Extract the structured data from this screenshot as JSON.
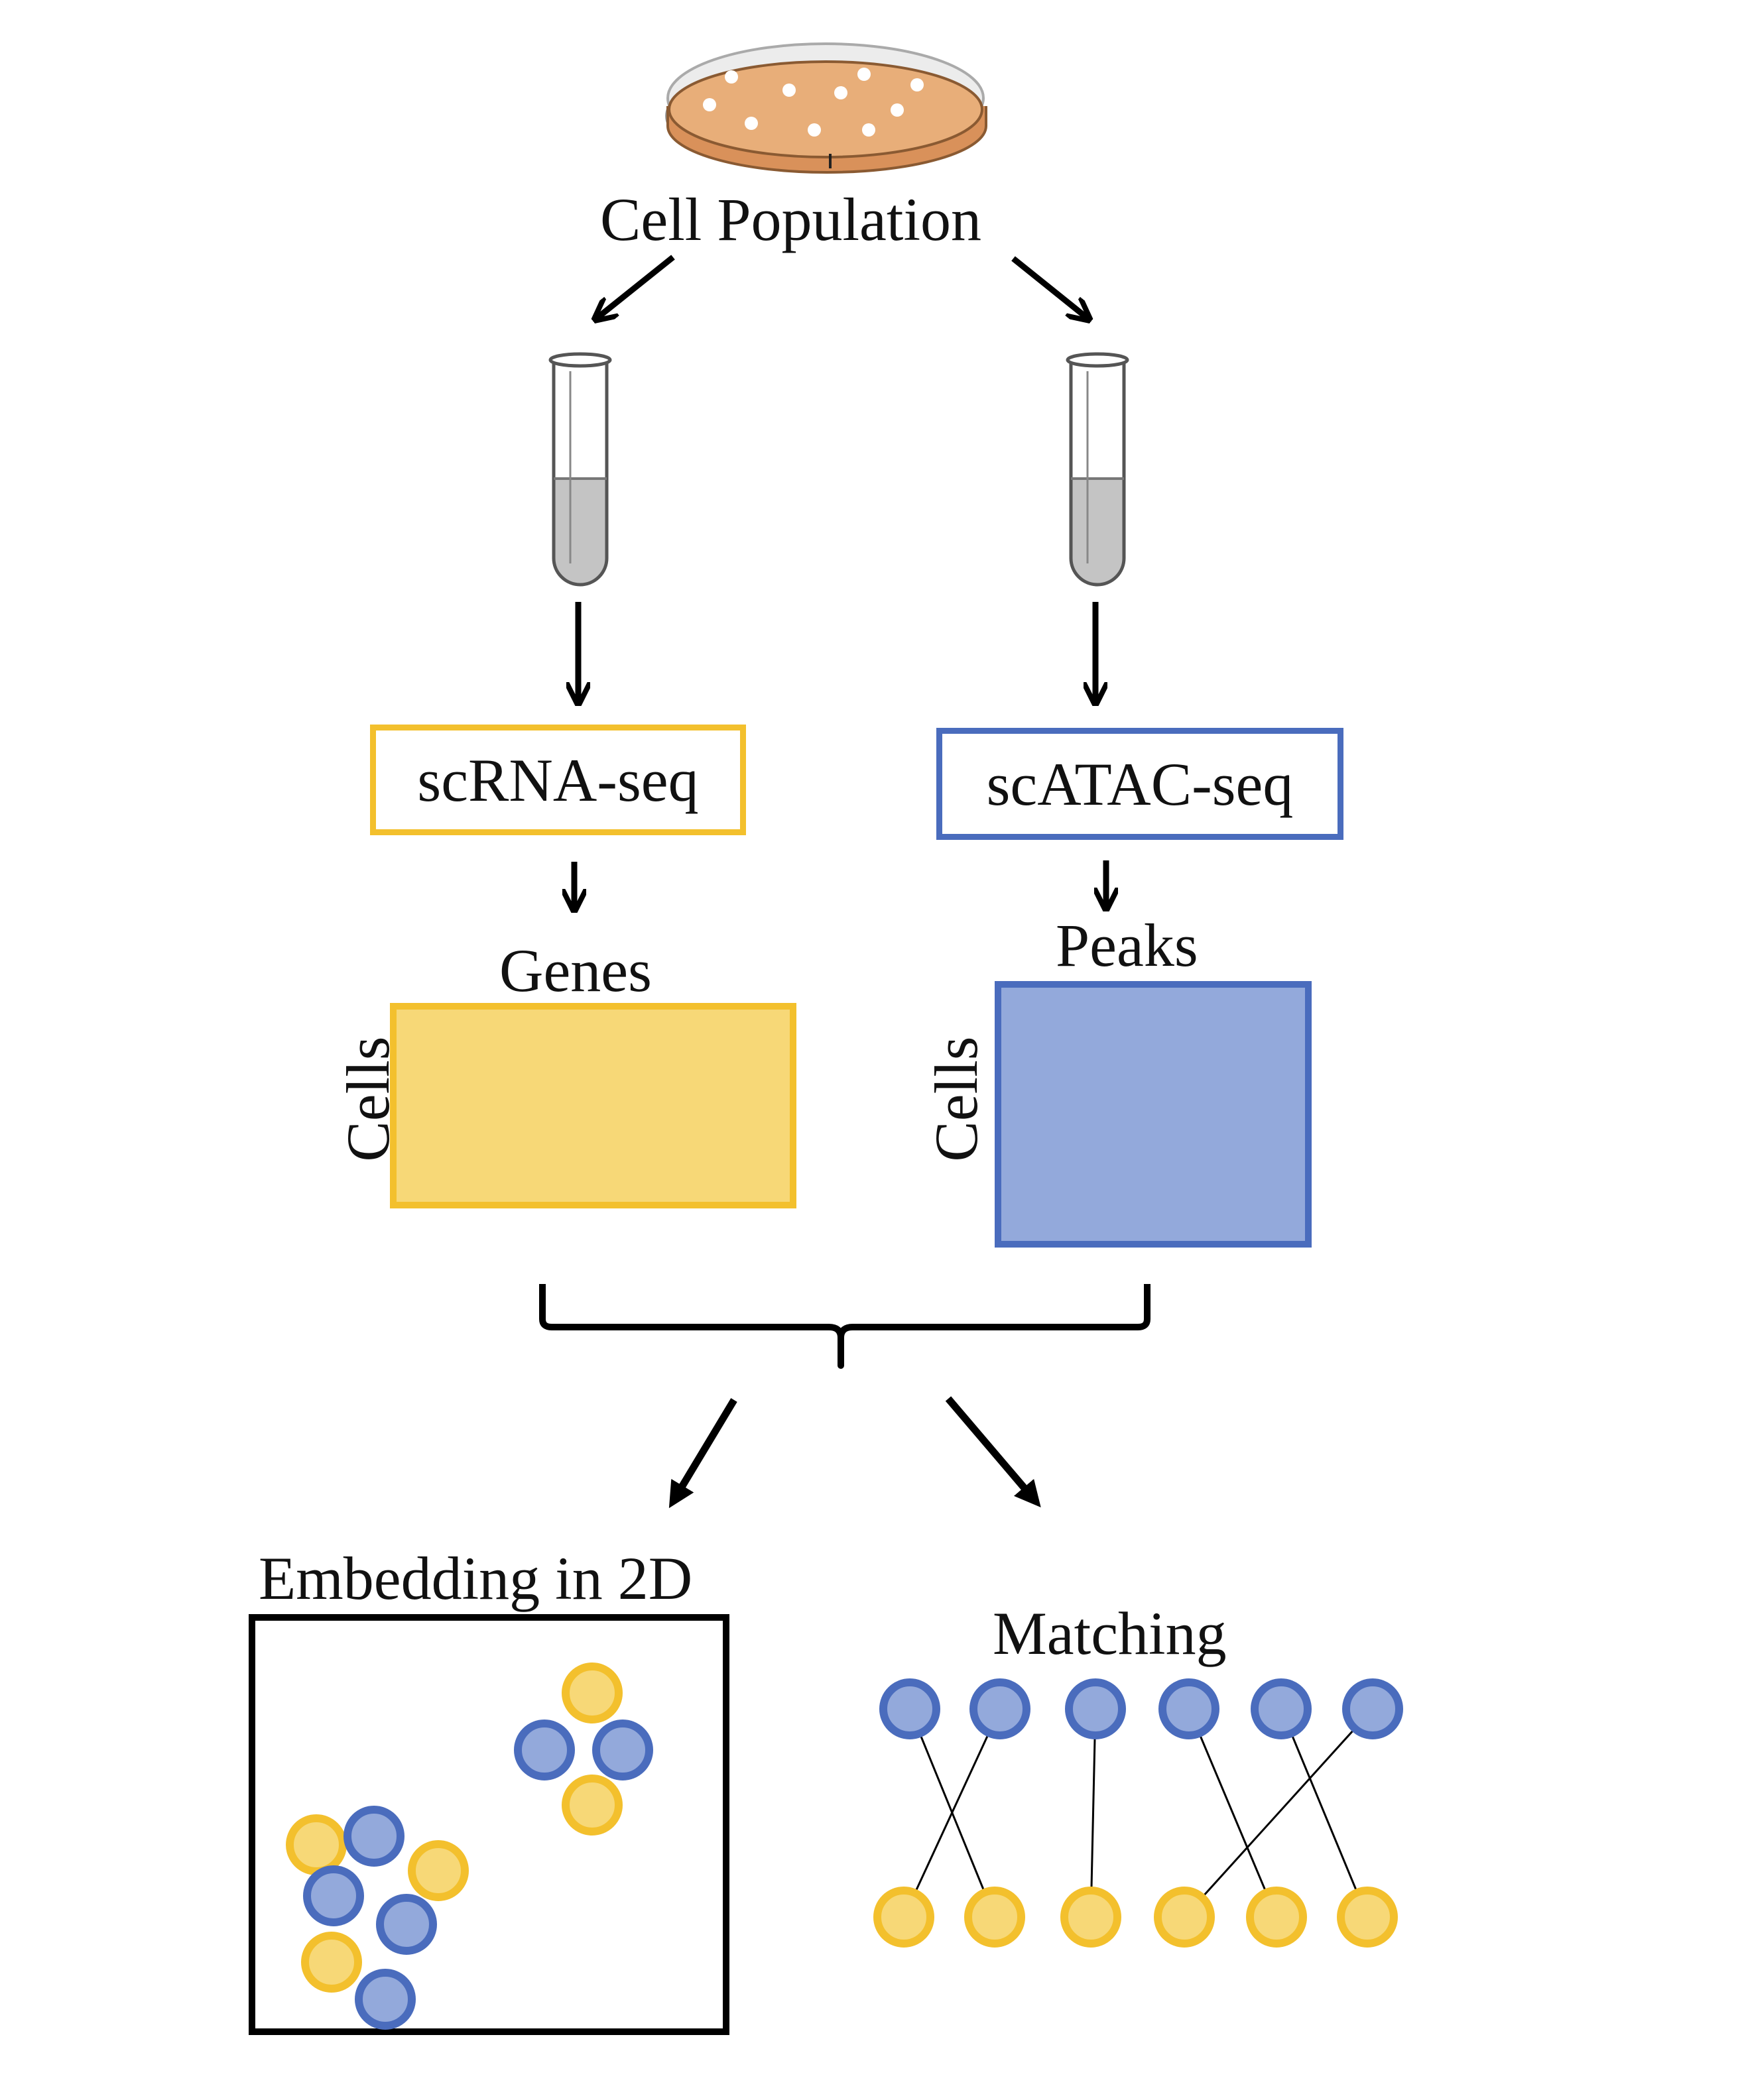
{
  "title": "Cell Population",
  "colors": {
    "yellow_fill": "#f7d877",
    "yellow_stroke": "#f3c02d",
    "blue_fill": "#93a9db",
    "blue_stroke": "#4a6cbd",
    "dish_fill": "#e8ae79",
    "tube_liquid": "#c4c4c4",
    "line": "#000000"
  },
  "branches": {
    "rna": {
      "assay": "scRNA-seq",
      "features": "Genes",
      "rows": "Cells"
    },
    "atac": {
      "assay": "scATAC-seq",
      "features": "Peaks",
      "rows": "Cells"
    }
  },
  "outputs": {
    "embedding": {
      "label": "Embedding in 2D"
    },
    "matching": {
      "label": "Matching",
      "pairs": [
        [
          0,
          1
        ],
        [
          1,
          0
        ],
        [
          2,
          2
        ],
        [
          3,
          4
        ],
        [
          4,
          5
        ],
        [
          5,
          3
        ]
      ]
    }
  }
}
